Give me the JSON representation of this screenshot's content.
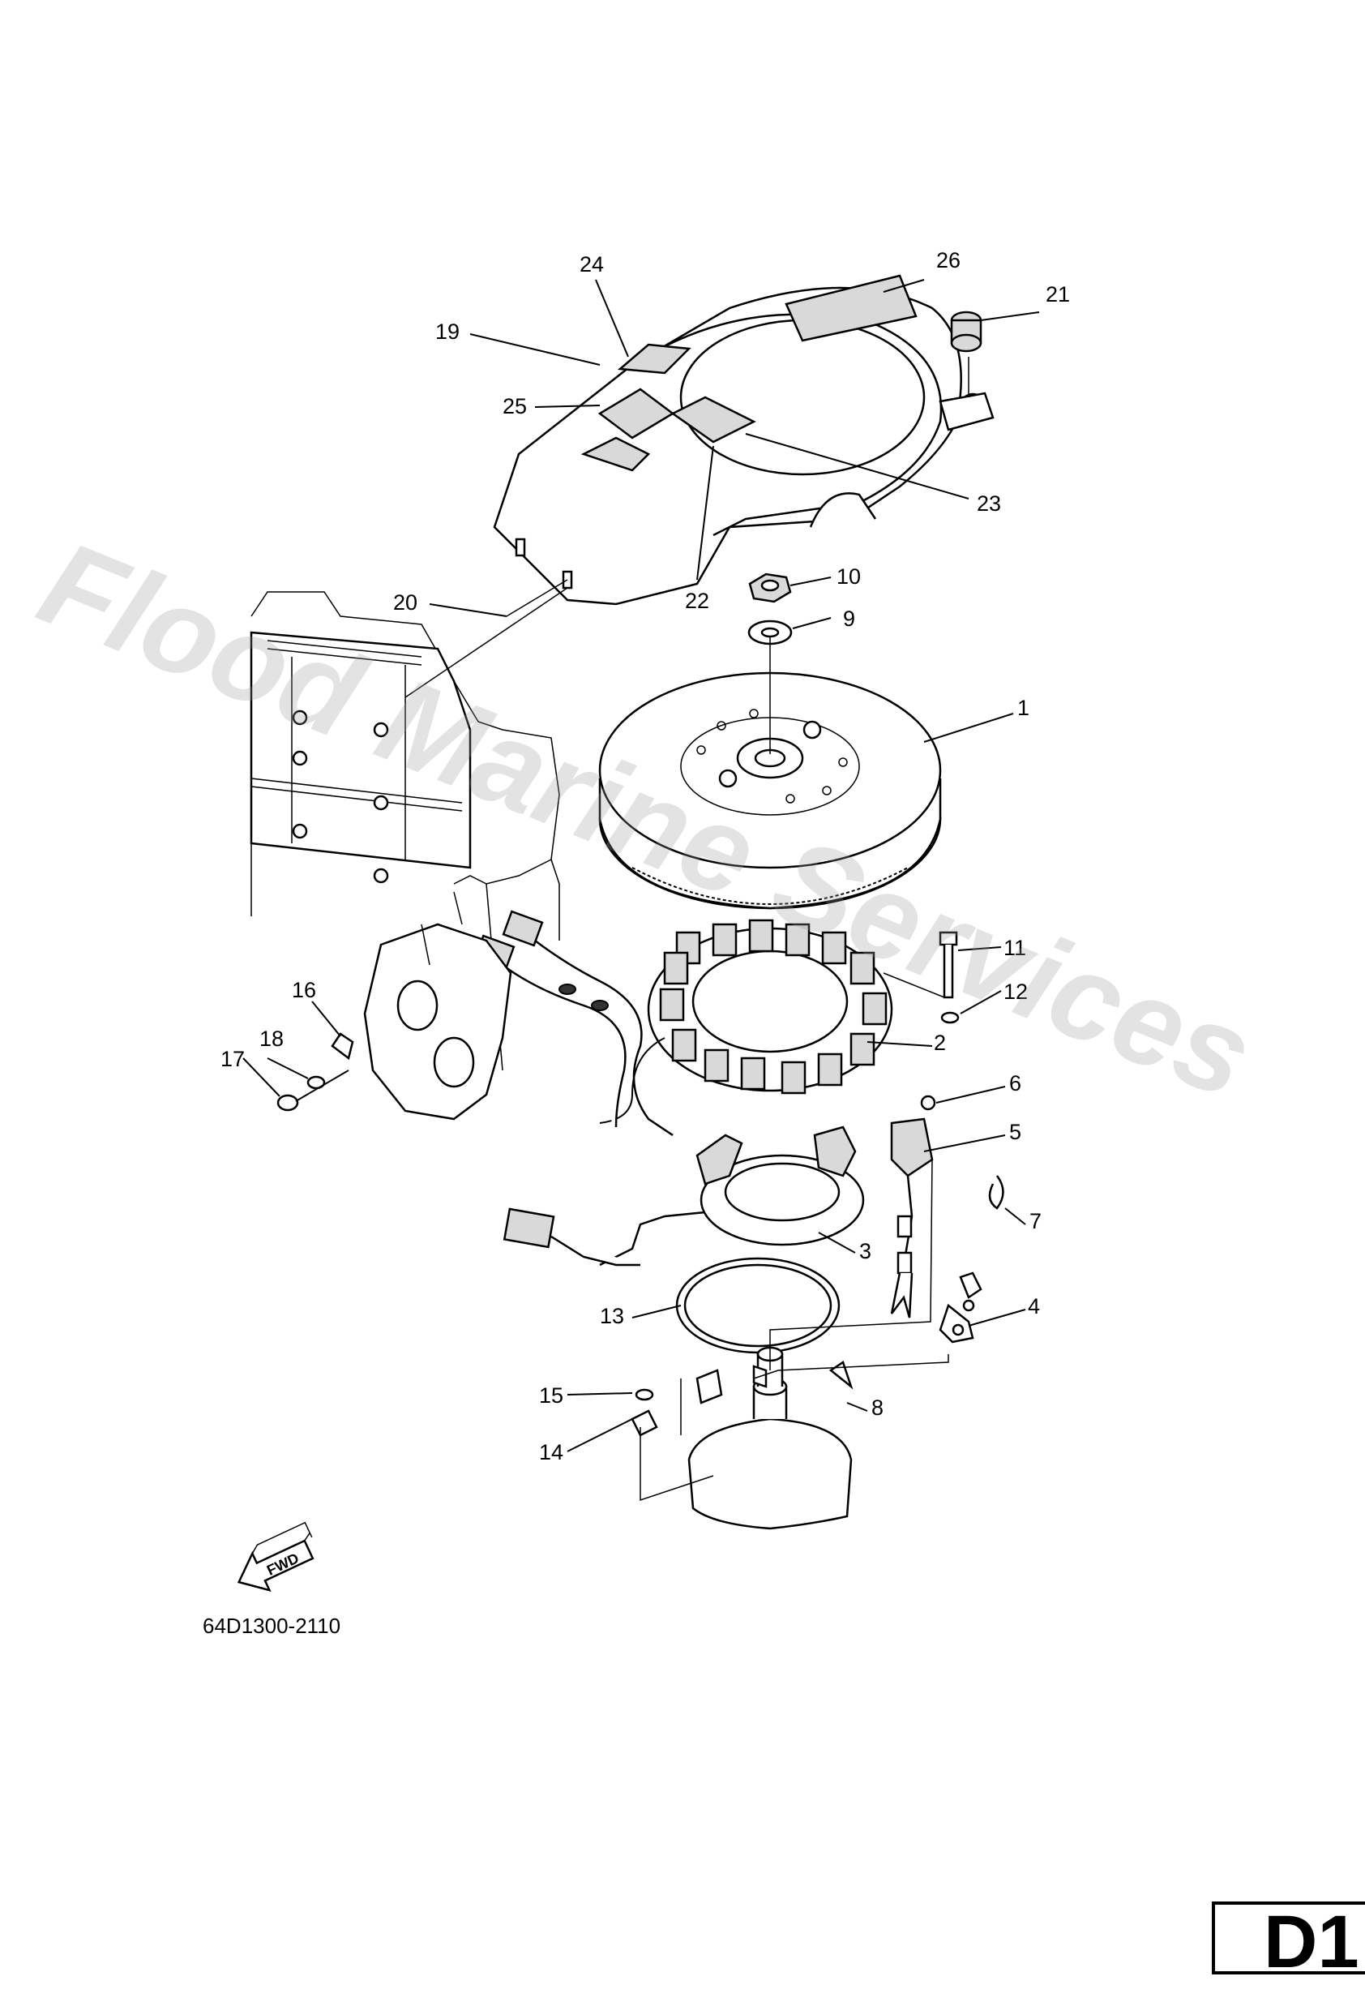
{
  "diagram": {
    "code": "64D1300-2110",
    "page_badge": "D1",
    "fwd_label": "FWD",
    "watermark": "Flood Marine Services",
    "callouts": [
      "1",
      "2",
      "3",
      "4",
      "5",
      "6",
      "7",
      "8",
      "9",
      "10",
      "11",
      "12",
      "13",
      "14",
      "15",
      "16",
      "17",
      "18",
      "19",
      "20",
      "21",
      "22",
      "23",
      "24",
      "25",
      "26"
    ]
  }
}
